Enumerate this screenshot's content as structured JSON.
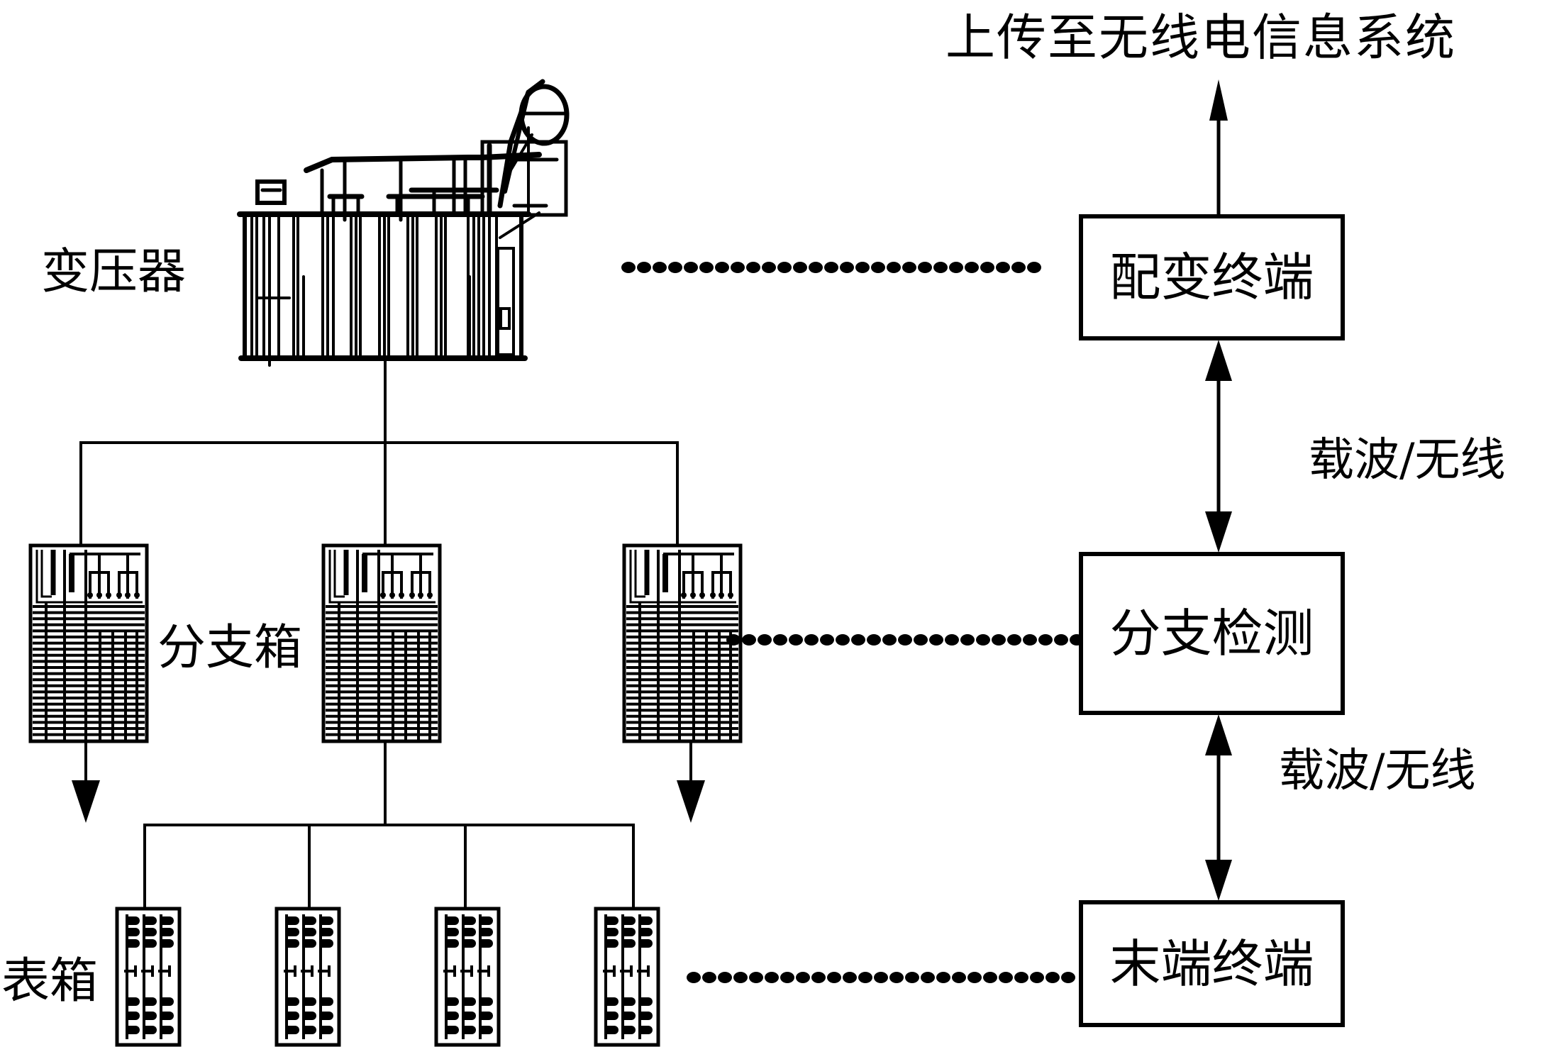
{
  "title": "上传至无线电信息系统",
  "devices": {
    "transformer": {
      "label": "变压器"
    },
    "branch_box": {
      "label": "分支箱",
      "count": 3
    },
    "meter_box": {
      "label": "表箱",
      "count": 4
    }
  },
  "terminals": [
    {
      "id": "distribution-terminal",
      "label": "配变终端"
    },
    {
      "id": "branch-detection",
      "label": "分支检测"
    },
    {
      "id": "end-terminal",
      "label": "末端终端"
    }
  ],
  "links": [
    {
      "from": "distribution-terminal",
      "to": "branch-detection",
      "label": "载波/无线"
    },
    {
      "from": "branch-detection",
      "to": "end-terminal",
      "label": "载波/无线"
    }
  ],
  "colors": {
    "stroke": "#000000",
    "background": "#ffffff"
  }
}
